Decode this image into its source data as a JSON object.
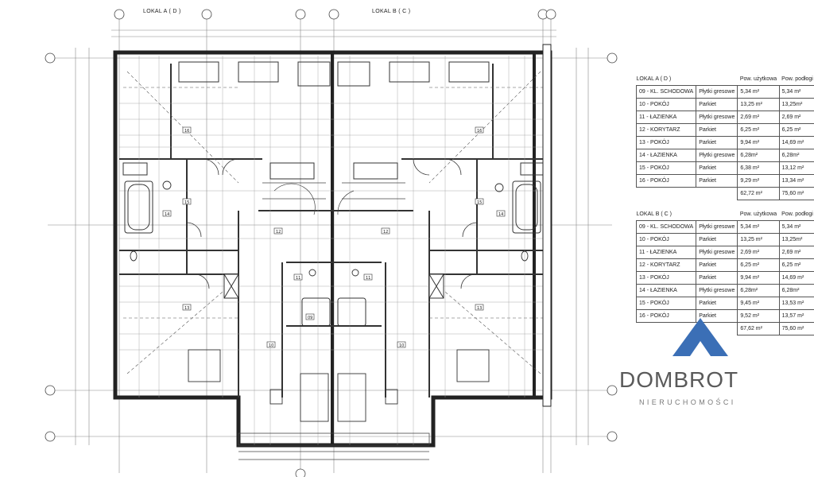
{
  "plan": {
    "lokal_a_label": "LOKAL A ( D )",
    "lokal_b_label": "LOKAL B ( C )",
    "room_numbers": [
      "16",
      "15",
      "14",
      "13",
      "12",
      "10",
      "09",
      "10",
      "12",
      "13",
      "14",
      "15",
      "16",
      "11",
      "11"
    ]
  },
  "table_a": {
    "title": "LOKAL A ( D )",
    "col1": "Pow. użytkowa",
    "col2": "Pow. podłogi",
    "rows": [
      [
        "09 - KL. SCHODOWA",
        "Płytki gresowe",
        "5,34 m²",
        "5,34 m²"
      ],
      [
        "10 - POKÓJ",
        "Parkiet",
        "13,25 m²",
        "13,25m²"
      ],
      [
        "11 - ŁAZIENKA",
        "Płytki gresowe",
        "2,69 m²",
        "2,69 m²"
      ],
      [
        "12 - KORYTARZ",
        "Parkiet",
        "6,25 m²",
        "6,25 m²"
      ],
      [
        "13 - POKÓJ",
        "Parkiet",
        "9,94 m²",
        "14,69 m²"
      ],
      [
        "14 - ŁAZIENKA",
        "Płytki gresowe",
        "6,28m²",
        "6,28m²"
      ],
      [
        "15 - POKÓJ",
        "Parkiet",
        "6,38 m²",
        "13,12 m²"
      ],
      [
        "16 - POKÓJ",
        "Parkiet",
        "9,29 m²",
        "13,34 m²"
      ]
    ],
    "total_use": "62,72 m²",
    "total_floor": "75,60 m²"
  },
  "table_b": {
    "title": "LOKAL B ( C )",
    "col1": "Pow. użytkowa",
    "col2": "Pow. podłogi",
    "rows": [
      [
        "09 - KL. SCHODOWA",
        "Płytki gresowe",
        "5,34 m²",
        "5,34 m²"
      ],
      [
        "10 - POKÓJ",
        "Parkiet",
        "13,25 m²",
        "13,25m²"
      ],
      [
        "11 - ŁAZIENKA",
        "Płytki gresowe",
        "2,69 m²",
        "2,69 m²"
      ],
      [
        "12 - KORYTARZ",
        "Parkiet",
        "6,25 m²",
        "6,25 m²"
      ],
      [
        "13 - POKÓJ",
        "Parkiet",
        "9,94 m²",
        "14,69 m²"
      ],
      [
        "14 - ŁAZIENKA",
        "Płytki gresowe",
        "6,28m²",
        "6,28m²"
      ],
      [
        "15 - POKÓJ",
        "Parkiet",
        "9,45 m²",
        "13,53 m²"
      ],
      [
        "16 - POKÓJ",
        "Parkiet",
        "9,52 m²",
        "13,57 m²"
      ]
    ],
    "total_use": "67,62 m²",
    "total_floor": "75,60 m²"
  },
  "logo": {
    "name": "DOMBROT",
    "subtitle": "NIERUCHOMOŚCI",
    "icon": "mountain-triangle-icon",
    "color": "#3b6fb6"
  }
}
